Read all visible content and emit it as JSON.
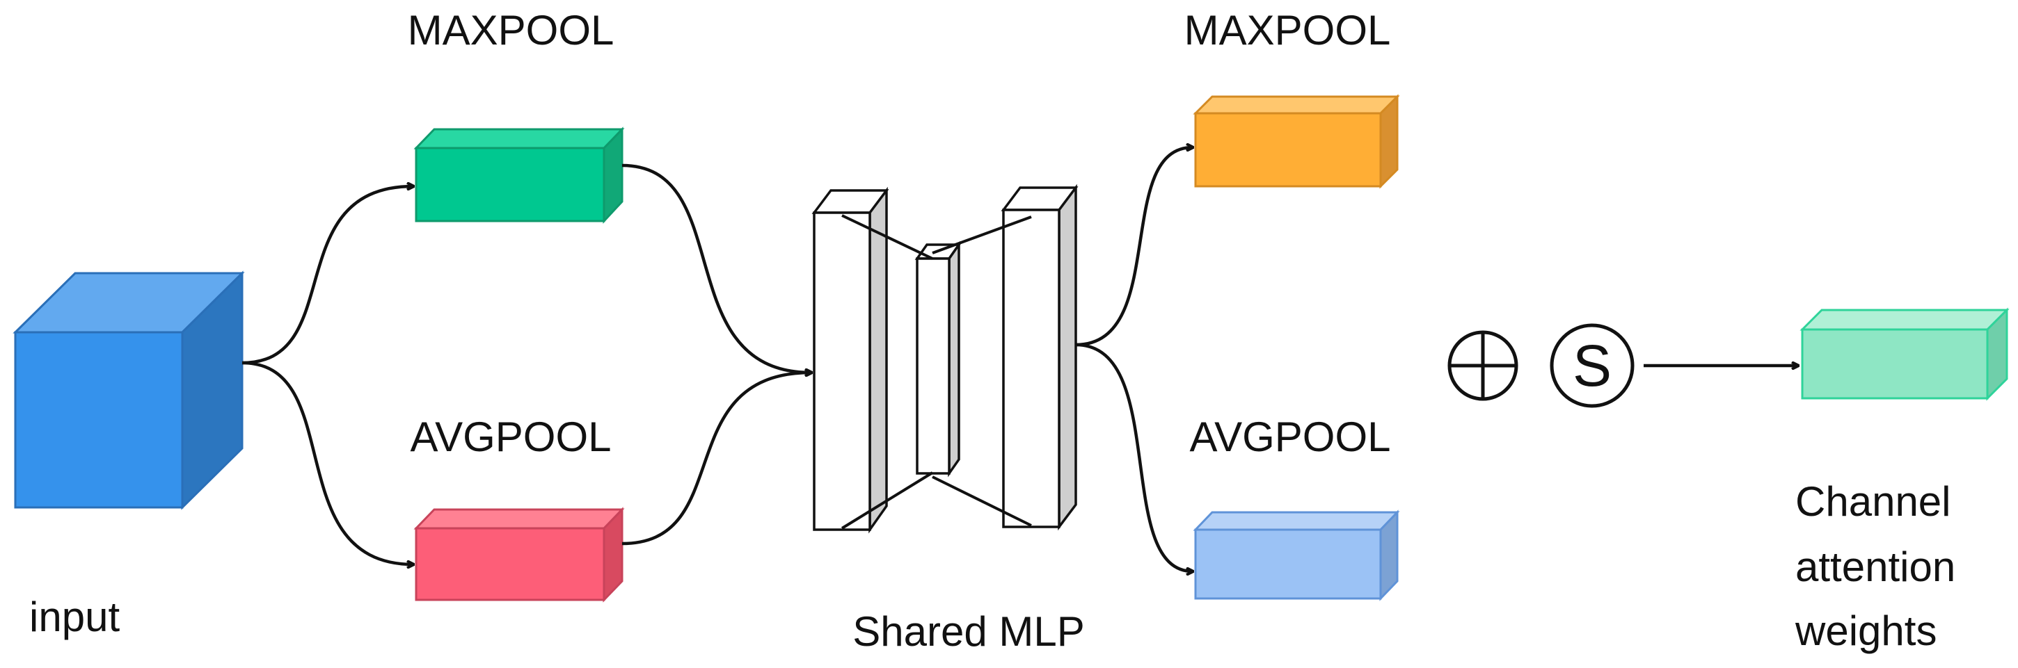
{
  "labels": {
    "input": "input",
    "maxpool_left": "MAXPOOL",
    "avgpool_left": "AVGPOOL",
    "shared_mlp": "Shared MLP",
    "maxpool_right": "MAXPOOL",
    "avgpool_right": "AVGPOOL",
    "channel_line1": "Channel",
    "channel_line2": "attention",
    "channel_line3": "weights"
  },
  "operators": {
    "add_symbol": "⊕",
    "sigmoid_symbol": "S"
  },
  "colors": {
    "input_front": "#3592ec",
    "input_top": "#62a9ef",
    "input_side": "#2c76bf",
    "maxpool_left_front": "#00c890",
    "maxpool_left_top": "#28d8a3",
    "maxpool_left_side": "#11a877",
    "avgpool_left_front": "#fd5e78",
    "avgpool_left_top": "#ff8193",
    "avgpool_left_side": "#d84a60",
    "maxpool_right_front": "#ffae35",
    "maxpool_right_top": "#ffc76e",
    "maxpool_right_side": "#d99030",
    "avgpool_right_front": "#9bc2f5",
    "avgpool_right_top": "#b6d2f7",
    "avgpool_right_side": "#7ca2d4",
    "output_front": "#8ee6c4",
    "output_top": "#b0f0d6",
    "output_side": "#6fcfaa",
    "output_stroke": "#2fd39a"
  }
}
